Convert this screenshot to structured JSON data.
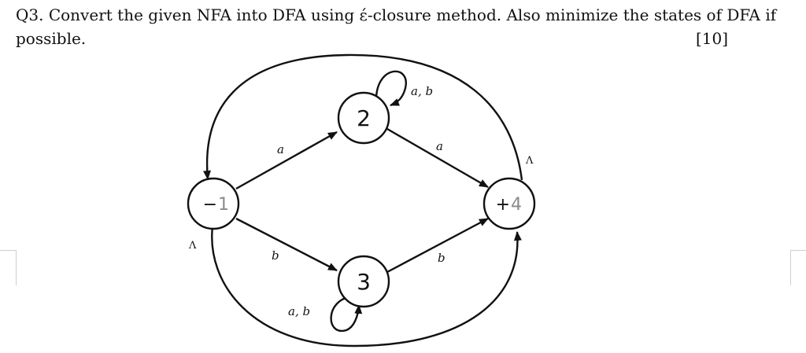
{
  "question": {
    "text": "Q3. Convert the given NFA into DFA using έ-closure method. Also minimize the states of DFA if possible.",
    "marks": "[10]"
  },
  "automaton": {
    "states": [
      {
        "id": "q1",
        "prefix": "−",
        "name": "1",
        "initial": true,
        "final": false
      },
      {
        "id": "q2",
        "prefix": "",
        "name": "2",
        "initial": false,
        "final": false
      },
      {
        "id": "q3",
        "prefix": "",
        "name": "3",
        "initial": false,
        "final": false
      },
      {
        "id": "q4",
        "prefix": "+",
        "name": "4",
        "initial": false,
        "final": true
      }
    ],
    "edges": [
      {
        "from": "1",
        "to": "2",
        "label": "a"
      },
      {
        "from": "1",
        "to": "3",
        "label": "b"
      },
      {
        "from": "2",
        "to": "2",
        "label": "a, b"
      },
      {
        "from": "3",
        "to": "3",
        "label": "a, b"
      },
      {
        "from": "2",
        "to": "4",
        "label": "a"
      },
      {
        "from": "3",
        "to": "4",
        "label": "b"
      },
      {
        "from": "4",
        "to": "1",
        "label": "Λ"
      },
      {
        "from": "1",
        "to": "4",
        "label": "Λ"
      }
    ]
  }
}
